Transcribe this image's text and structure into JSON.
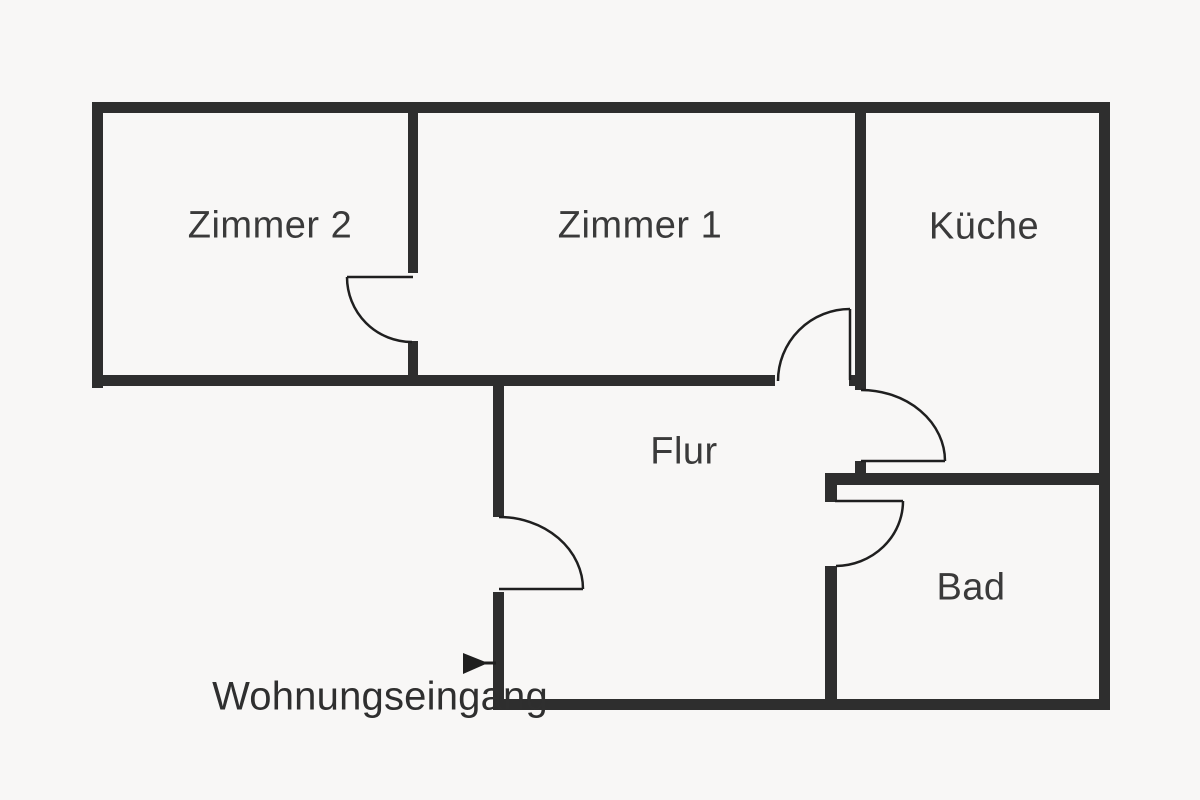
{
  "floorplan": {
    "rooms": [
      {
        "id": "zimmer-2",
        "label": "Zimmer 2"
      },
      {
        "id": "zimmer-1",
        "label": "Zimmer 1"
      },
      {
        "id": "kueche",
        "label": "Küche"
      },
      {
        "id": "flur",
        "label": "Flur"
      },
      {
        "id": "bad",
        "label": "Bad"
      }
    ],
    "entrance": {
      "label": "Wohnungseingang",
      "arrow_icon": "right-pointing-triangle"
    },
    "colors": {
      "background": "#f8f7f6",
      "wall": "#2e2e2e",
      "door_line": "#1f1f1f",
      "label_text": "#3a3a3a"
    }
  }
}
